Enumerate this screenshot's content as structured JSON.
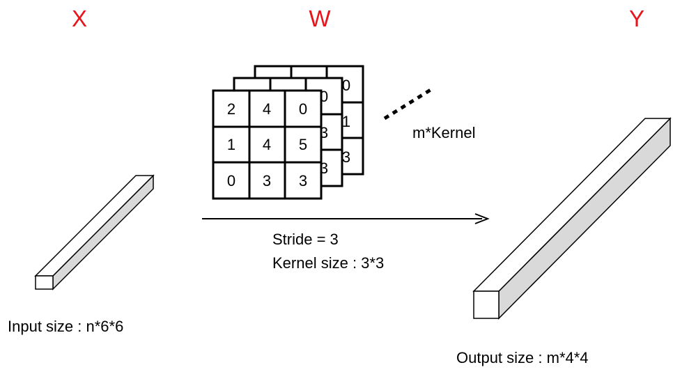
{
  "colors": {
    "heading": "#E8141C",
    "ink": "#000000",
    "side_shade": "#D9D9D9",
    "face_white": "#FFFFFF"
  },
  "headings": {
    "x": "X",
    "w": "W",
    "y": "Y"
  },
  "input_caption": "Input size : n*6*6",
  "output_caption": "Output size : m*4*4",
  "kernel_caption": "m*Kernel",
  "stride_text": "Stride = 3",
  "kernel_size_text": "Kernel size : 3*3",
  "kernel_front": [
    [
      "2",
      "4",
      "0"
    ],
    [
      "1",
      "4",
      "5"
    ],
    [
      "0",
      "3",
      "3"
    ]
  ],
  "kernel_middle_peek": [
    "0",
    "3",
    "3"
  ],
  "kernel_back_peek": [
    "0",
    "1",
    "3"
  ]
}
